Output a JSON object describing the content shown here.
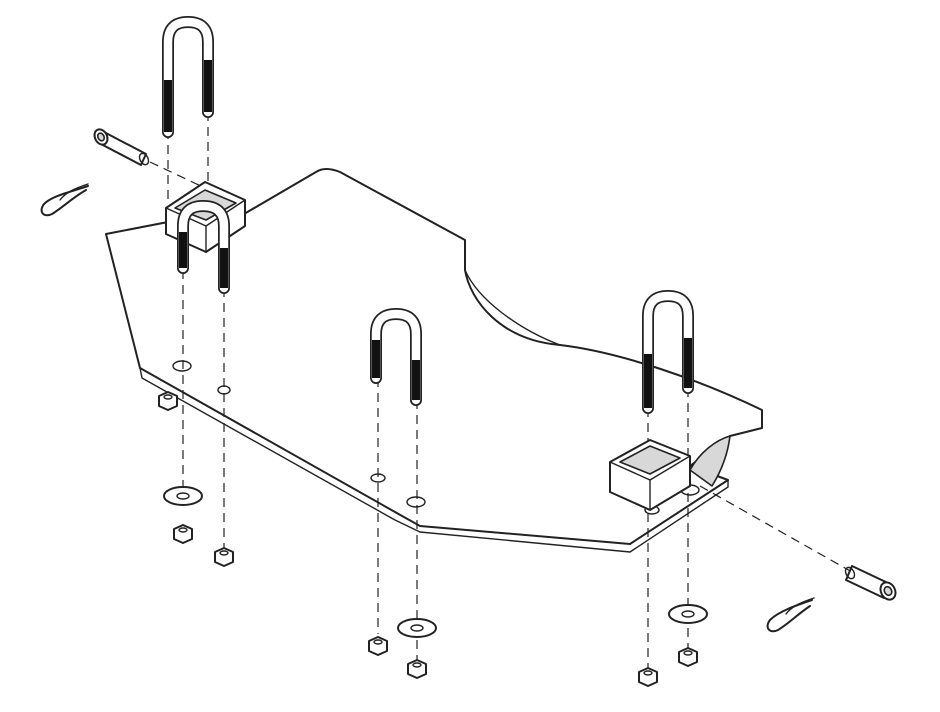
{
  "diagram": {
    "title": "",
    "parts": [
      {
        "id": "plate",
        "icon": "mounting-plate"
      },
      {
        "id": "receiver-front",
        "icon": "square-tube"
      },
      {
        "id": "receiver-rear",
        "icon": "square-tube"
      },
      {
        "id": "u-bolt-top-left",
        "icon": "u-bolt"
      },
      {
        "id": "u-bolt-front-left",
        "icon": "u-bolt"
      },
      {
        "id": "u-bolt-center",
        "icon": "u-bolt"
      },
      {
        "id": "u-bolt-right",
        "icon": "u-bolt"
      },
      {
        "id": "pin-left",
        "icon": "hitch-pin"
      },
      {
        "id": "pin-right",
        "icon": "hitch-pin"
      },
      {
        "id": "clip-left",
        "icon": "r-clip"
      },
      {
        "id": "clip-right",
        "icon": "r-clip"
      },
      {
        "id": "washers",
        "icon": "flat-washer",
        "count": 3
      },
      {
        "id": "nuts",
        "icon": "hex-nut",
        "count": 7
      }
    ],
    "colors": {
      "line": "#222222",
      "thread": "#111111",
      "background": "#ffffff"
    }
  }
}
